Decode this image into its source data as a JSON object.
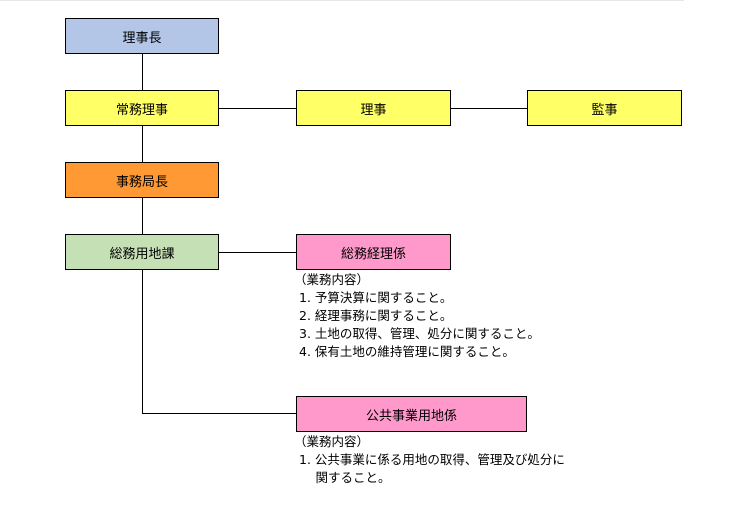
{
  "nodes": {
    "chairman": {
      "label": "理事長",
      "color": "#b4c6e7"
    },
    "managing_director": {
      "label": "常務理事",
      "color": "#ffff66"
    },
    "director": {
      "label": "理事",
      "color": "#ffff66"
    },
    "auditor": {
      "label": "監事",
      "color": "#ffff66"
    },
    "secretary_general": {
      "label": "事務局長",
      "color": "#ff9933"
    },
    "general_affairs_section": {
      "label": "総務用地課",
      "color": "#c5e0b4"
    },
    "general_accounting_unit": {
      "label": "総務経理係",
      "color": "#ff99cc"
    },
    "public_works_land_unit": {
      "label": "公共事業用地係",
      "color": "#ff99cc"
    }
  },
  "duties": {
    "general_accounting": {
      "heading": "（業務内容）",
      "items": [
        "1. 予算決算に関すること。",
        "2. 経理事務に関すること。",
        "3. 土地の取得、管理、処分に関すること。",
        "4. 保有土地の維持管理に関すること。"
      ]
    },
    "public_works_land": {
      "heading": "（業務内容）",
      "items": [
        "1. 公共事業に係る用地の取得、管理及び処分に",
        "　 関すること。"
      ]
    }
  }
}
